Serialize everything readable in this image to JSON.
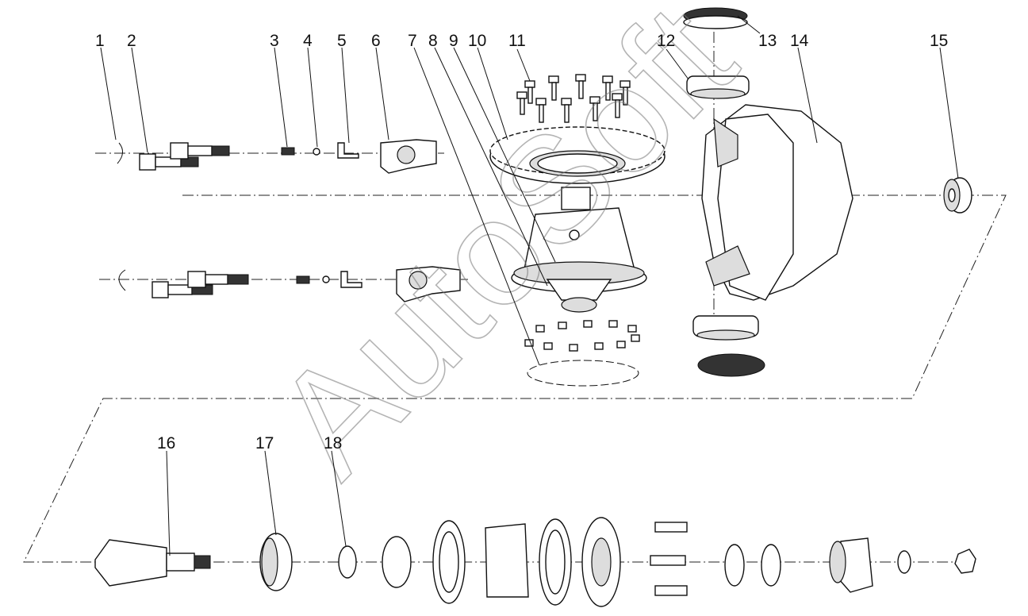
{
  "watermark": "AutoSoft",
  "labels": [
    {
      "id": "1",
      "text": "1"
    },
    {
      "id": "2",
      "text": "2"
    },
    {
      "id": "3",
      "text": "3"
    },
    {
      "id": "4",
      "text": "4"
    },
    {
      "id": "5",
      "text": "5"
    },
    {
      "id": "6",
      "text": "6"
    },
    {
      "id": "7",
      "text": "7"
    },
    {
      "id": "8",
      "text": "8"
    },
    {
      "id": "9",
      "text": "9"
    },
    {
      "id": "10",
      "text": "10"
    },
    {
      "id": "11",
      "text": "11"
    },
    {
      "id": "12",
      "text": "12"
    },
    {
      "id": "13",
      "text": "13"
    },
    {
      "id": "14",
      "text": "14"
    },
    {
      "id": "15",
      "text": "15"
    },
    {
      "id": "16",
      "text": "16"
    },
    {
      "id": "17",
      "text": "17"
    },
    {
      "id": "18",
      "text": "18"
    }
  ]
}
